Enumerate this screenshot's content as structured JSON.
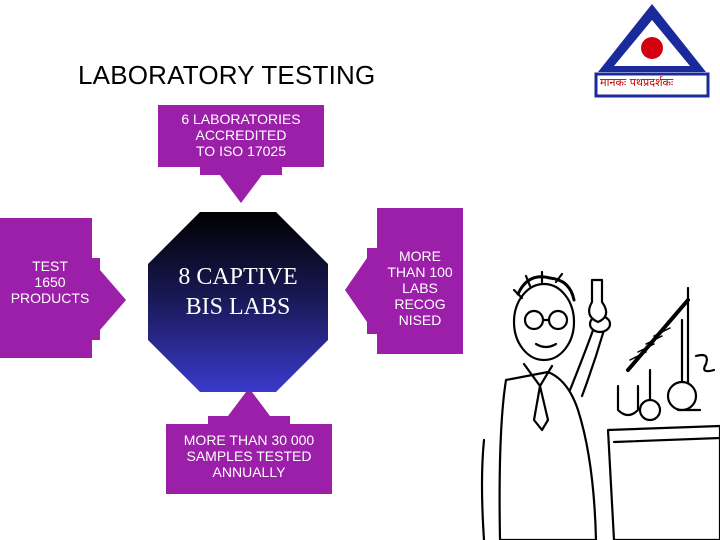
{
  "slide": {
    "title": "LABORATORY TESTING",
    "logo_text": "मानकः पथप्रदर्शकः",
    "center_label_line1": "8 CAPTIVE",
    "center_label_line2": "BIS  LABS",
    "top_callout": [
      "6 LABORATORIES",
      "ACCREDITED",
      "TO ISO 17025"
    ],
    "left_callout": [
      "TEST",
      "1650",
      "PRODUCTS"
    ],
    "right_callout": [
      "MORE",
      "THAN 100",
      "LABS",
      "RECOG",
      "NISED"
    ],
    "bottom_callout": [
      "MORE THAN 30 000",
      "SAMPLES TESTED",
      "ANNUALLY"
    ]
  },
  "colors": {
    "callout_fill": "#9b1fa8",
    "center_top": "#000000",
    "center_bottom": "#3a3acc",
    "logo_blue": "#1a2a9a",
    "logo_red": "#d4000f"
  },
  "icons": [
    "bis-logo-icon",
    "scientist-illustration"
  ]
}
